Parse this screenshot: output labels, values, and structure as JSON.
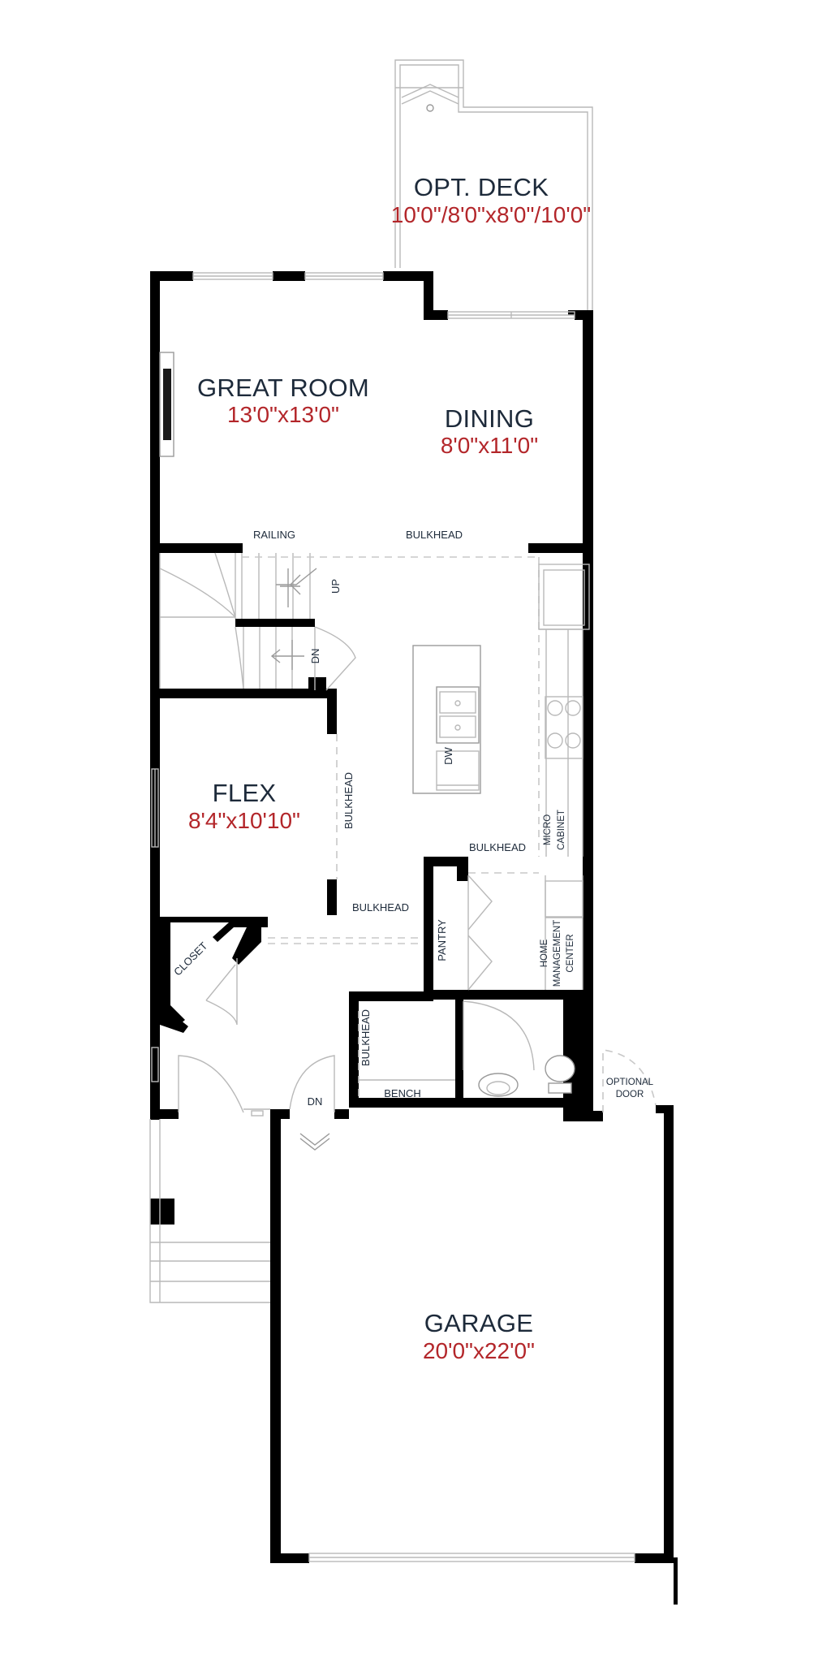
{
  "rooms": {
    "deck": {
      "name": "OPT. DECK",
      "dims": "10'0\"/8'0\"x8'0\"/10'0\""
    },
    "great_room": {
      "name": "GREAT ROOM",
      "dims": "13'0\"x13'0\""
    },
    "dining": {
      "name": "DINING",
      "dims": "8'0\"x11'0\""
    },
    "flex": {
      "name": "FLEX",
      "dims": "8'4\"x10'10\""
    },
    "garage": {
      "name": "GARAGE",
      "dims": "20'0\"x22'0\""
    }
  },
  "labels": {
    "railing": "RAILING",
    "bulkhead_top": "BULKHEAD",
    "up": "UP",
    "dn_stair": "DN",
    "dw": "DW",
    "bulkhead_flex": "BULKHEAD",
    "micro": "MICRO",
    "cabinet": "CABINET",
    "bulkhead_kitchen": "BULKHEAD",
    "bulkhead_hall": "BULKHEAD",
    "pantry": "PANTRY",
    "home": "HOME",
    "management": "MANAGEMENT",
    "center": "CENTER",
    "closet": "CLOSET",
    "bulkhead_mud": "BULKHEAD",
    "bench": "BENCH",
    "optional": "OPTIONAL",
    "door": "DOOR",
    "dn_garage": "DN"
  }
}
